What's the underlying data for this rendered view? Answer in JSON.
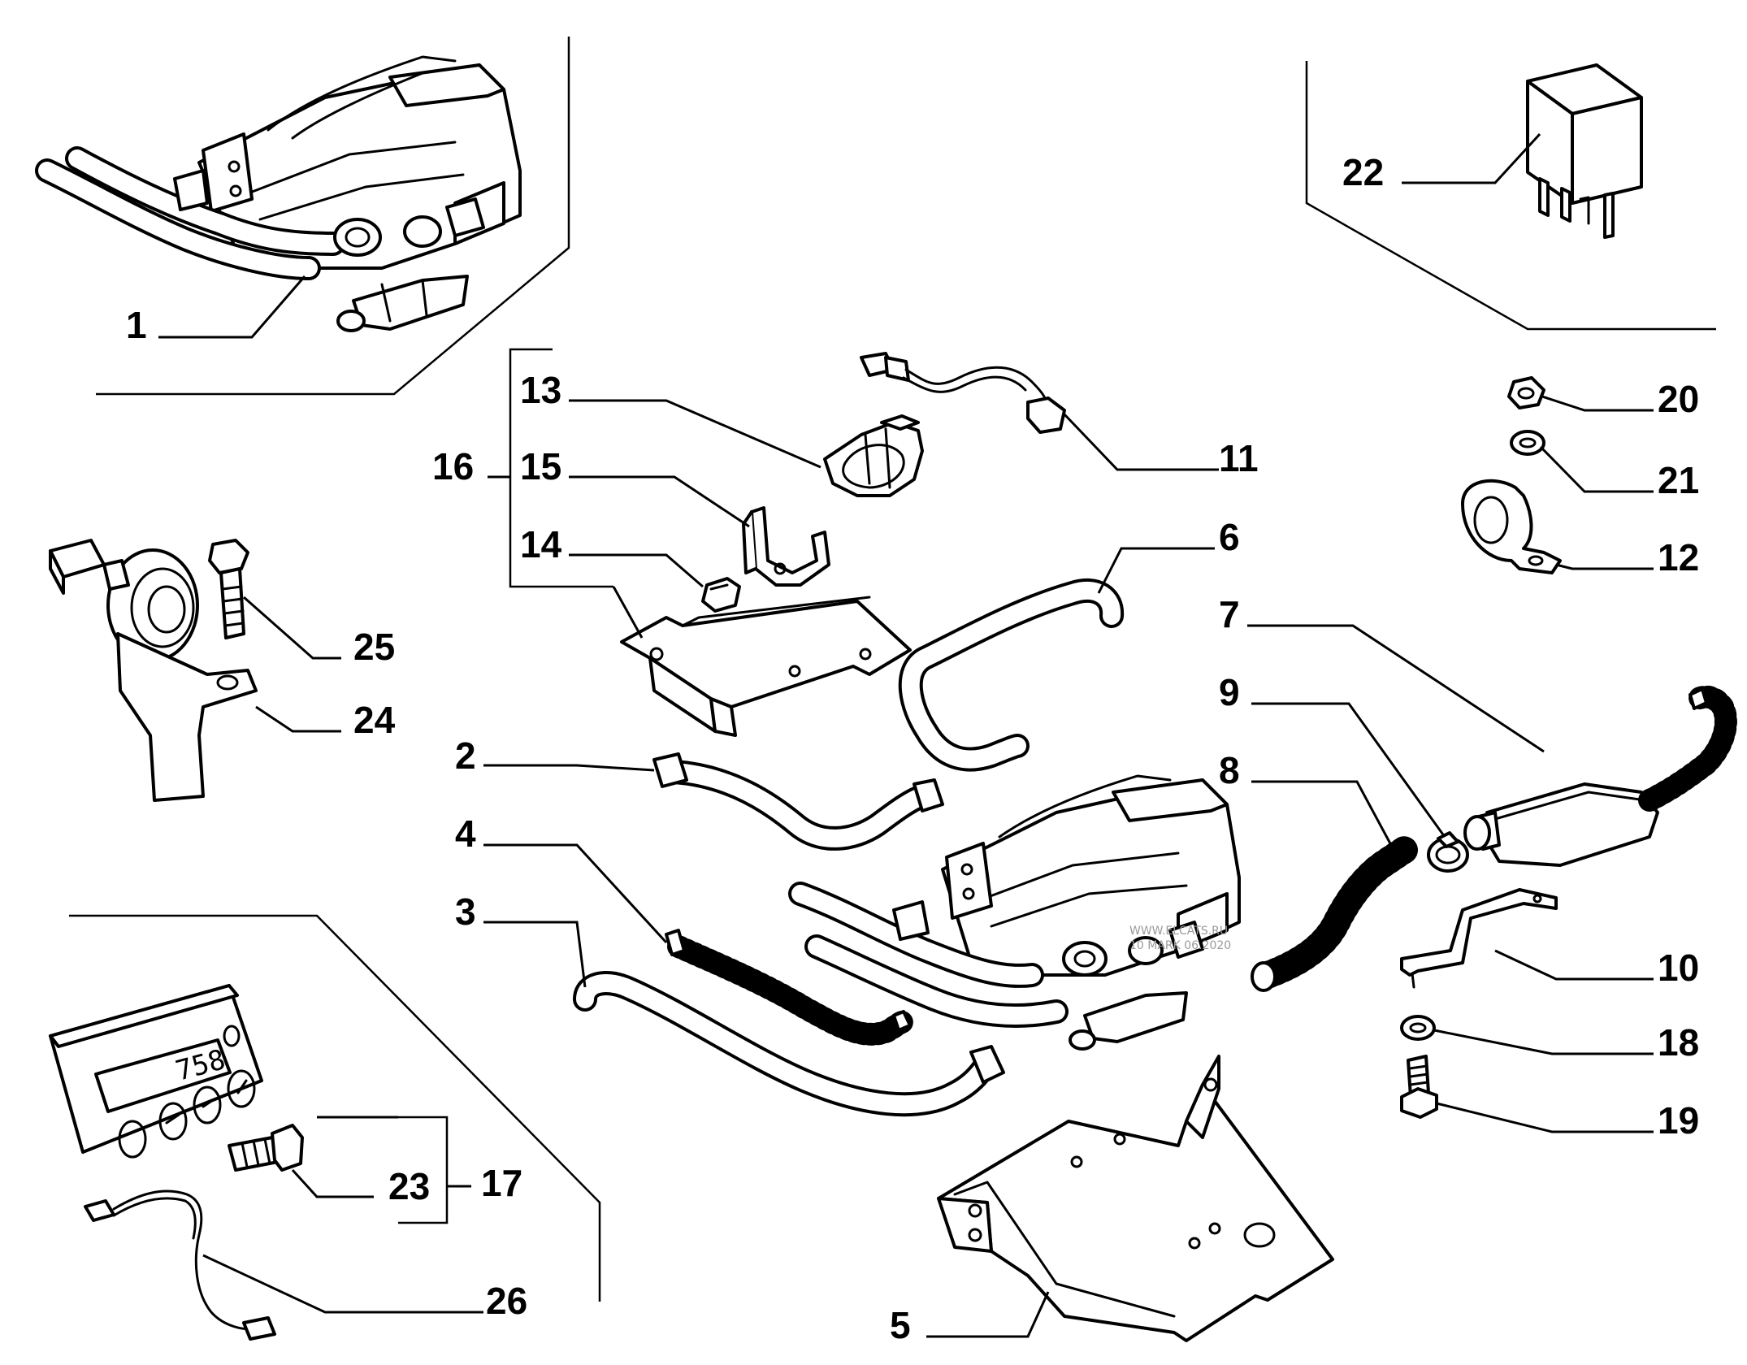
{
  "callouts": [
    {
      "id": "p1",
      "label": "1"
    },
    {
      "id": "p2",
      "label": "2"
    },
    {
      "id": "p3",
      "label": "3"
    },
    {
      "id": "p4",
      "label": "4"
    },
    {
      "id": "p5",
      "label": "5"
    },
    {
      "id": "p6",
      "label": "6"
    },
    {
      "id": "p7",
      "label": "7"
    },
    {
      "id": "p8",
      "label": "8"
    },
    {
      "id": "p9",
      "label": "9"
    },
    {
      "id": "p10",
      "label": "10"
    },
    {
      "id": "p11",
      "label": "11"
    },
    {
      "id": "p12",
      "label": "12"
    },
    {
      "id": "p13",
      "label": "13"
    },
    {
      "id": "p14",
      "label": "14"
    },
    {
      "id": "p15",
      "label": "15"
    },
    {
      "id": "p16",
      "label": "16"
    },
    {
      "id": "p17",
      "label": "17"
    },
    {
      "id": "p18",
      "label": "18"
    },
    {
      "id": "p19",
      "label": "19"
    },
    {
      "id": "p20",
      "label": "20"
    },
    {
      "id": "p21",
      "label": "21"
    },
    {
      "id": "p22",
      "label": "22"
    },
    {
      "id": "p23",
      "label": "23"
    },
    {
      "id": "p24",
      "label": "24"
    },
    {
      "id": "p25",
      "label": "25"
    },
    {
      "id": "p26",
      "label": "26"
    }
  ],
  "timer_display": "758",
  "watermark": [
    "WWW.ELCATS.RU",
    "10 MARK 06.2020"
  ]
}
